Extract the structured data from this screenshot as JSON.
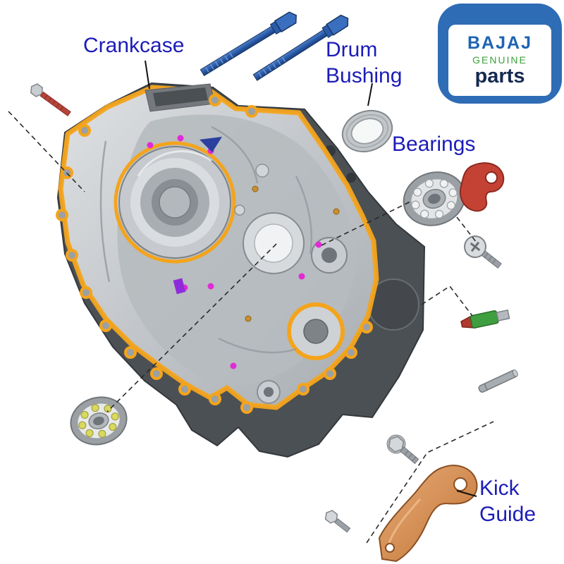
{
  "labels": {
    "crankcase": "Crankcase",
    "drum_line1": "Drum",
    "drum_line2": "Bushing",
    "bearings": "Bearings",
    "kick_line1": "Kick",
    "kick_line2": "Guide"
  },
  "logo": {
    "brand": "BAJAJ",
    "genuine": "GENUINE",
    "parts": "parts"
  },
  "colors": {
    "label_blue": "#1c1cb8",
    "badge_blue": "#2e6cb5",
    "brand_blue": "#1e63b4",
    "genuine_green": "#3ba23b",
    "parts_navy": "#152a50",
    "gasket_orange": "#f4a41c",
    "bolt_blue": "#2a5cab",
    "copper": "#d08a4f",
    "magenta_accent": "#e12bd5",
    "casing_dark": "#4b5054",
    "casing_light": "#c9ccd0"
  },
  "parts": [
    "crankcase",
    "mounting-bolt-long",
    "mounting-bolt-long",
    "small-flange-bolt",
    "drum-bushing",
    "ball-bearing-right",
    "ball-bearing-lower-left",
    "red-retainer-bracket",
    "phillips-screw",
    "green-switch-plug",
    "dowel-pin",
    "hex-flange-bolt",
    "hex-bolt-small",
    "kick-guide-bracket"
  ]
}
